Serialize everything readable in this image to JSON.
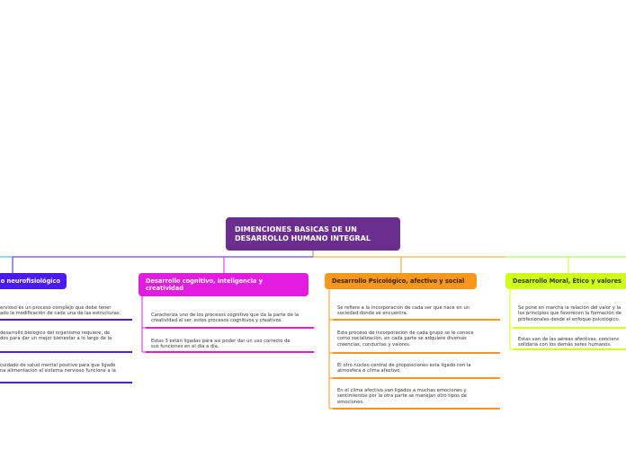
{
  "colors": {
    "root": "#6b2d8e",
    "neuro": "#4b19f2",
    "cognitive": "#e41ce0",
    "psychological": "#f7981d",
    "moral": "#cfff17",
    "teal": "#17c4c4",
    "lime": "#8fff3a"
  },
  "root": {
    "line1": "DIMENCIONES BASICAS DE UN",
    "line2": "DESARROLLO HUMANO INTEGRAL"
  },
  "branches": {
    "neuro": {
      "label": "o neurofisiológico",
      "leaves": [
        {
          "l1": "ervioso es un proceso complejo que debe tener",
          "l2": "ado la modificación de cada una de las estructuras."
        },
        {
          "l1": "desarrollo biológico del organismo requiere, de",
          "l2": "dos para dar un mejor bienestar a lo largo de la"
        },
        {
          "l1": "cuidado de salud mental positivo para que ligado",
          "l2": "na alimentación el sistema nervioso funcione a la"
        }
      ]
    },
    "cognitive": {
      "label": "Desarrollo cognitivo, inteligencia y creatividad",
      "leaves": [
        {
          "l1": "Caracteriza uno de los procesos cognitivo que da la parte de la",
          "l2": "creatividad al ser. estos procesos cognitivos y creativos."
        },
        {
          "l1": "Estas 3 están ligadas para así poder dar un uso correcto de",
          "l2": "sus funciones en el día a día."
        }
      ]
    },
    "psychological": {
      "label": "Desarrollo Psicológico, afectivo y social",
      "leaves": [
        {
          "l1": "Se refiere a la incorporación de cada ser que nace en un",
          "l2": "sociedad donde se encuentra.",
          "l3": ""
        },
        {
          "l1": "Este proceso de incorporación de cada grupo se le conoce",
          "l2": "como socialización, en cada parte se adquiere diversas",
          "l3": "creencias, conductas y valores."
        },
        {
          "l1": "El otro núcleo central de proposiciones esta ligado con la",
          "l2": "atmosfera o clima afectivo.",
          "l3": ""
        },
        {
          "l1": "En el clima afectivo van ligados a muchas emociones y",
          "l2": "sentimientos por la otra parte se manejan otro tipos de",
          "l3": "emociones."
        }
      ]
    },
    "moral": {
      "label": "Desarrollo Moral, Ético y valores",
      "leaves": [
        {
          "l1": "Se pone en marcha la relación del valor y la",
          "l2": "los principios que favorecen la formación de",
          "l3": "profesionales desde el enfoque psicológico."
        },
        {
          "l1": "Estas van de las aéreas afectivas, concienc",
          "l2": "solidaria con los demás seres humanos.",
          "l3": ""
        }
      ]
    }
  }
}
